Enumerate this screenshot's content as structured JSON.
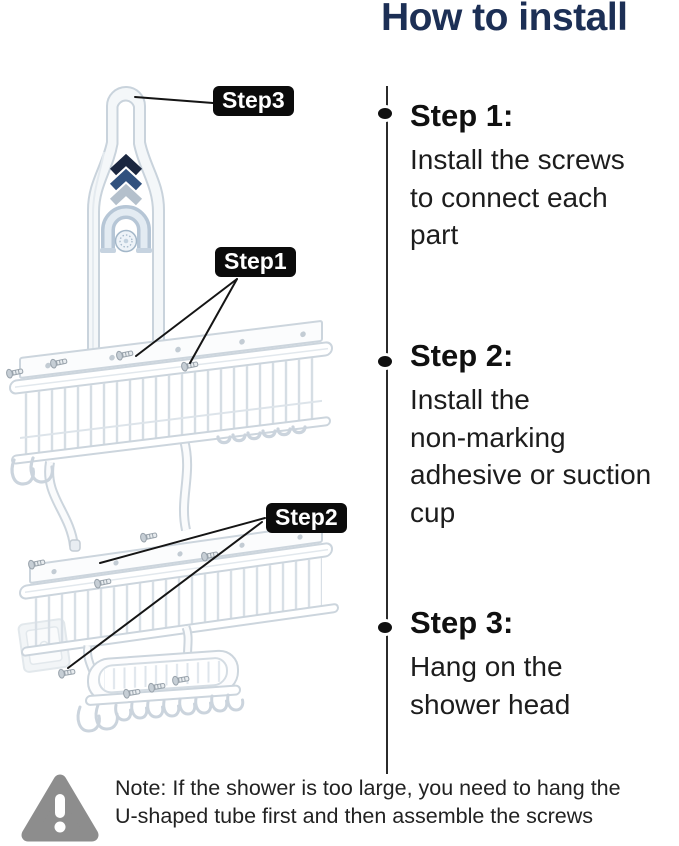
{
  "title": "How to install",
  "steps": [
    {
      "heading": "Step 1:",
      "body": "Install the screws\nto connect each\npart"
    },
    {
      "heading": "Step 2:",
      "body": "Install the\nnon-marking\nadhesive or suction\ncup"
    },
    {
      "heading": "Step 3:",
      "body": "Hang on the\nshower head"
    }
  ],
  "illustration": {
    "badges": [
      {
        "label": "Step3"
      },
      {
        "label": "Step1"
      },
      {
        "label": "Step2"
      }
    ],
    "icons": {
      "chevrons": "chevrons-up-icon",
      "hanger": "u-shaped-tube-hanger",
      "shower_arm": "shower-arm-icon",
      "suction": "suction-cup",
      "adhesive": "wall-adhesive-pad"
    }
  },
  "note": {
    "icon": "warning-triangle-icon",
    "text": "Note: If the shower is too large, you need to hang the\nU-shaped tube first and then assemble the screws"
  },
  "colors": {
    "title_navy": "#1c2f55",
    "badge_bg": "#0b0b0b",
    "badge_text": "#ffffff",
    "chevron_dark": "#1b2740",
    "chevron_mid": "#31517e",
    "chevron_light": "#b4c0cc",
    "warning_gray": "#8d8d8d",
    "product_outline": "#c9d3dc",
    "line_dark": "#2b2b2b"
  }
}
